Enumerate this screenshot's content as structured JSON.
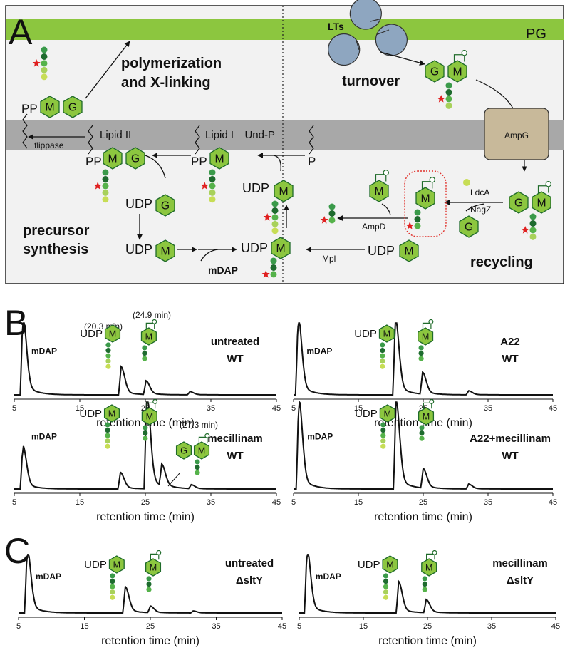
{
  "panel_a": {
    "letter": "A",
    "pg_label": "PG",
    "lts_label": "LTs",
    "turnover_label": "turnover",
    "ampg_label": "AmpG",
    "recycling_label": "recycling",
    "polymerization_line1": "polymerization",
    "polymerization_line2": "and X-linking",
    "precursor_line1": "precursor",
    "precursor_line2": "synthesis",
    "lipid2_label": "Lipid II",
    "lipid1_label": "Lipid I",
    "undp_label": "Und-P",
    "flippase_label": "flippase",
    "pp_label": "PP",
    "p_label": "P",
    "udp_label": "UDP",
    "mdap_label": "mDAP",
    "mpl_label": "Mpl",
    "ampd_label": "AmpD",
    "ldca_label": "LdcA",
    "nagz_label": "NagZ",
    "sugar_m": "M",
    "sugar_g": "G"
  },
  "panel_b": {
    "letter": "B",
    "time_a": "(20.3 min)",
    "time_b": "(24.9 min)",
    "time_c": "(27.3 min)"
  },
  "panel_c": {
    "letter": "C"
  },
  "common": {
    "xlabel": "retention time (min)",
    "mdap": "mDAP",
    "udp": "UDP"
  },
  "chart_data": [
    {
      "type": "line",
      "panel": "B",
      "title_line1": "untreated",
      "title_line2": "WT",
      "xlabel": "retention time (min)",
      "xlim": [
        5,
        45
      ],
      "xticks": [
        5,
        15,
        25,
        35,
        45
      ],
      "peaks": [
        {
          "x": 6.3,
          "height": 1.0
        },
        {
          "x": 21.3,
          "height": 0.35
        },
        {
          "x": 25.1,
          "height": 0.17
        },
        {
          "x": 31.8,
          "height": 0.04
        }
      ]
    },
    {
      "type": "line",
      "panel": "B",
      "title_line1": "A22",
      "title_line2": "WT",
      "xlabel": "retention time (min)",
      "xlim": [
        5,
        45
      ],
      "xticks": [
        5,
        15,
        25,
        35,
        45
      ],
      "peaks": [
        {
          "x": 5.7,
          "height": 1.0
        },
        {
          "x": 20.7,
          "height": 0.97
        },
        {
          "x": 24.9,
          "height": 0.27
        },
        {
          "x": 32.0,
          "height": 0.05
        }
      ]
    },
    {
      "type": "line",
      "panel": "B",
      "title_line1": "mecillinam",
      "title_line2": "WT",
      "xlabel": "retention time (min)",
      "xlim": [
        5,
        45
      ],
      "xticks": [
        5,
        15,
        25,
        35,
        45
      ],
      "peaks": [
        {
          "x": 6.3,
          "height": 0.45
        },
        {
          "x": 21.2,
          "height": 0.17
        },
        {
          "x": 25.2,
          "height": 1.0
        },
        {
          "x": 27.5,
          "height": 0.22
        },
        {
          "x": 32.0,
          "height": 0.04
        }
      ]
    },
    {
      "type": "line",
      "panel": "B",
      "title_line1": "A22+mecillinam",
      "title_line2": "WT",
      "xlabel": "retention time (min)",
      "xlim": [
        5,
        45
      ],
      "xticks": [
        5,
        15,
        25,
        35,
        45
      ],
      "peaks": [
        {
          "x": 5.8,
          "height": 0.95
        },
        {
          "x": 20.8,
          "height": 0.93
        },
        {
          "x": 25.0,
          "height": 0.2
        },
        {
          "x": 32.0,
          "height": 0.05
        }
      ]
    },
    {
      "type": "line",
      "panel": "C",
      "title_line1": "untreated",
      "title_line2": "ΔsltY",
      "xlabel": "retention time (min)",
      "xlim": [
        5,
        45
      ],
      "xticks": [
        5,
        15,
        25,
        35,
        45
      ],
      "peaks": [
        {
          "x": 6.3,
          "height": 1.0
        },
        {
          "x": 21.2,
          "height": 0.4
        },
        {
          "x": 25.0,
          "height": 0.1
        },
        {
          "x": 31.5,
          "height": 0.03
        }
      ]
    },
    {
      "type": "line",
      "panel": "C",
      "title_line1": "mecillinam",
      "title_line2": "ΔsltY",
      "xlabel": "retention time (min)",
      "xlim": [
        5,
        45
      ],
      "xticks": [
        5,
        15,
        25,
        35,
        45
      ],
      "peaks": [
        {
          "x": 6.2,
          "height": 1.0
        },
        {
          "x": 20.5,
          "height": 0.48
        },
        {
          "x": 24.8,
          "height": 0.2
        }
      ]
    }
  ]
}
